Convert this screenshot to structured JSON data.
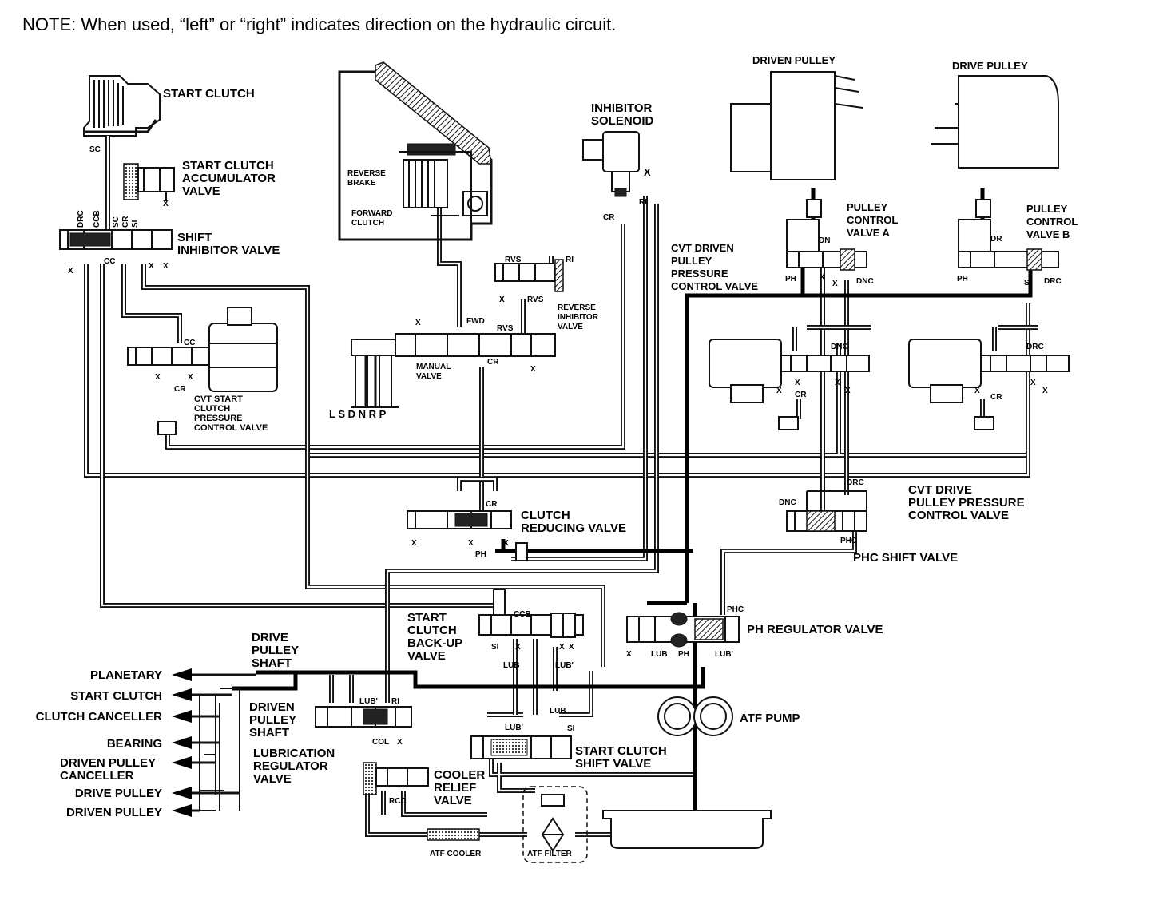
{
  "note": "NOTE: When used, “left” or “right” indicates direction on the hydraulic circuit.",
  "components": {
    "start_clutch": "START CLUTCH",
    "start_clutch_accumulator": [
      "START CLUTCH",
      "ACCUMULATOR",
      "VALVE"
    ],
    "shift_inhibitor": [
      "SHIFT",
      "INHIBITOR VALVE"
    ],
    "cvt_start_clutch_pcv": [
      "CVT START",
      "CLUTCH",
      "PRESSURE",
      "CONTROL VALVE"
    ],
    "reverse_brake": [
      "REVERSE",
      "BRAKE"
    ],
    "forward_clutch": [
      "FORWARD",
      "CLUTCH"
    ],
    "manual_valve": [
      "MANUAL",
      "VALVE"
    ],
    "selector_positions": "L S D N R  P",
    "reverse_inhibitor": [
      "REVERSE",
      "INHIBITOR",
      "VALVE"
    ],
    "inhibitor_solenoid": [
      "INHIBITOR",
      "SOLENOID"
    ],
    "driven_pulley": "DRIVEN PULLEY",
    "drive_pulley": "DRIVE PULLEY",
    "pulley_control_a": [
      "PULLEY",
      "CONTROL",
      "VALVE A"
    ],
    "pulley_control_b": [
      "PULLEY",
      "CONTROL",
      "VALVE B"
    ],
    "cvt_driven_pcv": [
      "CVT DRIVEN",
      "PULLEY",
      "PRESSURE",
      "CONTROL VALVE"
    ],
    "cvt_drive_pcv": [
      "CVT DRIVE",
      "PULLEY PRESSURE",
      "CONTROL VALVE"
    ],
    "phc_shift": "PHC SHIFT VALVE",
    "clutch_reducing": [
      "CLUTCH",
      "REDUCING VALVE"
    ],
    "start_clutch_backup": [
      "START",
      "CLUTCH",
      "BACK-UP",
      "VALVE"
    ],
    "ph_regulator": "PH REGULATOR VALVE",
    "drive_pulley_shaft": [
      "DRIVE",
      "PULLEY",
      "SHAFT"
    ],
    "driven_pulley_shaft": [
      "DRIVEN",
      "PULLEY",
      "SHAFT"
    ],
    "lubrication_regulator": [
      "LUBRICATION",
      "REGULATOR",
      "VALVE"
    ],
    "cooler_relief": [
      "COOLER",
      "RELIEF",
      "VALVE"
    ],
    "start_clutch_shift": [
      "START CLUTCH",
      "SHIFT VALVE"
    ],
    "atf_pump": "ATF PUMP",
    "atf_cooler": "ATF COOLER",
    "atf_filter": "ATF FILTER"
  },
  "lube_outputs": [
    "PLANETARY",
    "START CLUTCH",
    "CLUTCH CANCELLER",
    "BEARING",
    [
      "DRIVEN PULLEY",
      "CANCELLER"
    ],
    "DRIVE PULLEY",
    "DRIVEN PULLEY"
  ],
  "port_labels": {
    "sc": "SC",
    "drc": "DRC",
    "ccb": "CCB",
    "cr": "CR",
    "si": "SI",
    "cc": "CC",
    "x": "X",
    "ri": "RI",
    "rvs": "RVS",
    "fwd": "FWD",
    "dn": "DN",
    "dr": "DR",
    "ph": "PH",
    "dnc": "DNC",
    "phc": "PHC",
    "lub": "LUB",
    "lub2": "LUB'",
    "col": "COL",
    "rcc": "RCC"
  }
}
